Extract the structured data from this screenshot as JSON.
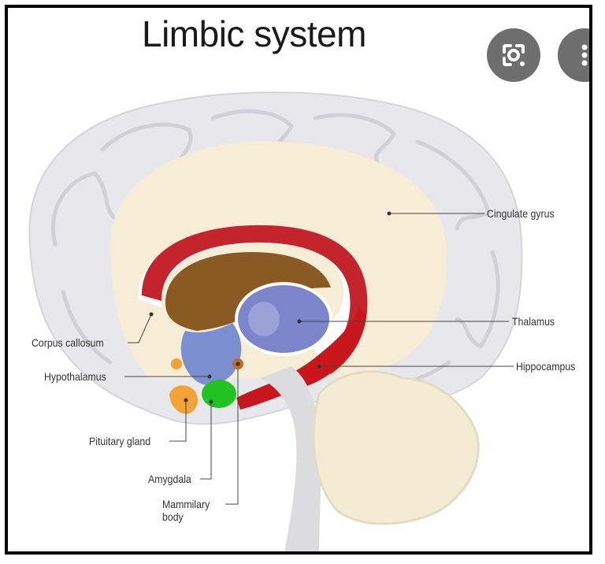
{
  "title": "Limbic system",
  "labels": {
    "cingulate_gyrus": "Cingulate gyrus",
    "thalamus": "Thalamus",
    "hippocampus": "Hippocampus",
    "corpus_callosum": "Corpus callosum",
    "hypothalamus": "Hypothalamus",
    "pituitary_gland": "Pituitary gland",
    "amygdala": "Amygdala",
    "mammilary_body_line1": "Mammilary",
    "mammilary_body_line2": "body"
  },
  "overlay_buttons": [
    {
      "icon": "lens-search-icon"
    },
    {
      "icon": "more-options-icon"
    }
  ],
  "colors": {
    "cortex": "#e8e8ec",
    "cingulate": "#f7ecd6",
    "corpus_callosum": "#c4242b",
    "fornix_region": "#8a5a24",
    "thalamus": "#7c85c9",
    "hypothalamus": "#7b8fd0",
    "hippocampus": "#c8161d",
    "amygdala": "#22c222",
    "pituitary": "#f2a236",
    "mammilary": "#c06a2c",
    "cerebellum": "#f3ebd3",
    "button": "#6e6e6e"
  }
}
